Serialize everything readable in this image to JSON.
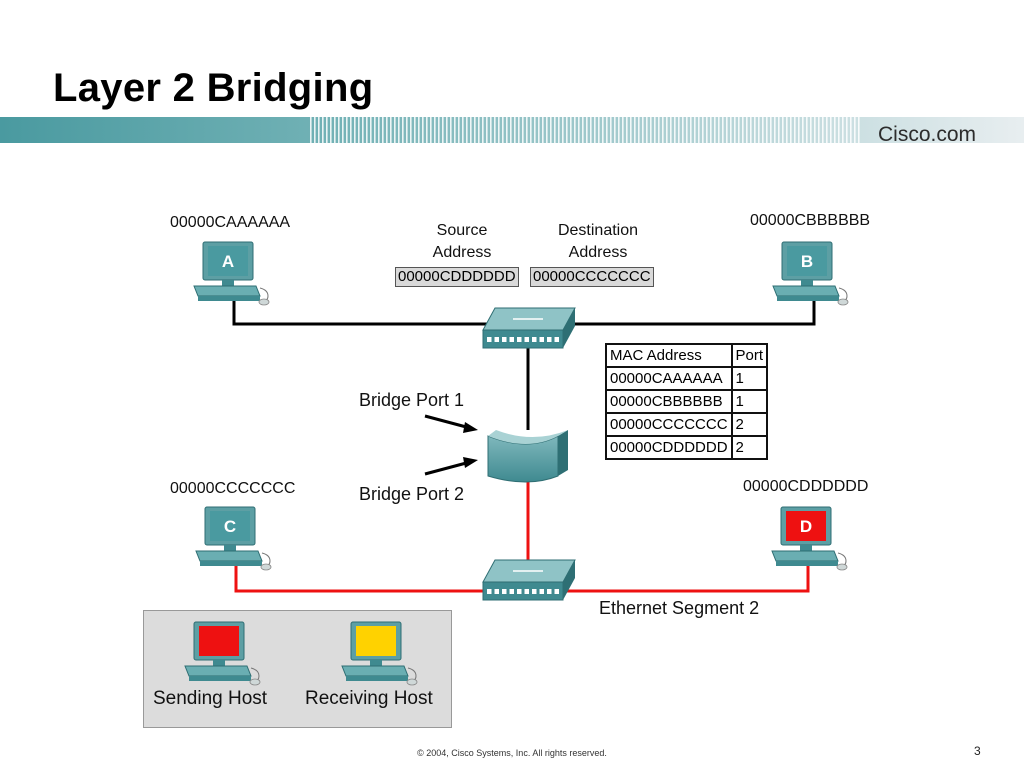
{
  "slide": {
    "title": "Layer 2 Bridging",
    "logo": "Cisco.com",
    "footer": "© 2004, Cisco Systems, Inc. All rights reserved.",
    "page_number": "3"
  },
  "hosts": {
    "a": {
      "letter": "A",
      "mac": "00000CAAAAAA"
    },
    "b": {
      "letter": "B",
      "mac": "00000CBBBBBB"
    },
    "c": {
      "letter": "C",
      "mac": "00000CCCCCCC"
    },
    "d": {
      "letter": "D",
      "mac": "00000CDDDDDD"
    }
  },
  "frame": {
    "source_header": "Source\nAddress",
    "destination_header": "Destination\nAddress",
    "source": "00000CDDDDDD",
    "destination": "00000CCCCCCC"
  },
  "bridge_labels": {
    "port1": "Bridge Port 1",
    "port2": "Bridge Port 2"
  },
  "segment_label": "Ethernet Segment 2",
  "mac_table": {
    "headers": [
      "MAC Address",
      "Port"
    ],
    "rows": [
      [
        "00000CAAAAAA",
        "1"
      ],
      [
        "00000CBBBBBB",
        "1"
      ],
      [
        "00000CCCCCCC",
        "2"
      ],
      [
        "00000CDDDDDD",
        "2"
      ]
    ]
  },
  "legend": {
    "sending": "Sending Host",
    "receiving": "Receiving Host"
  },
  "colors": {
    "teal": "#4a9aa0",
    "sending": "#ee1111",
    "receiving": "#ffd200",
    "segment1": "#000000",
    "segment2": "#ee1111"
  }
}
